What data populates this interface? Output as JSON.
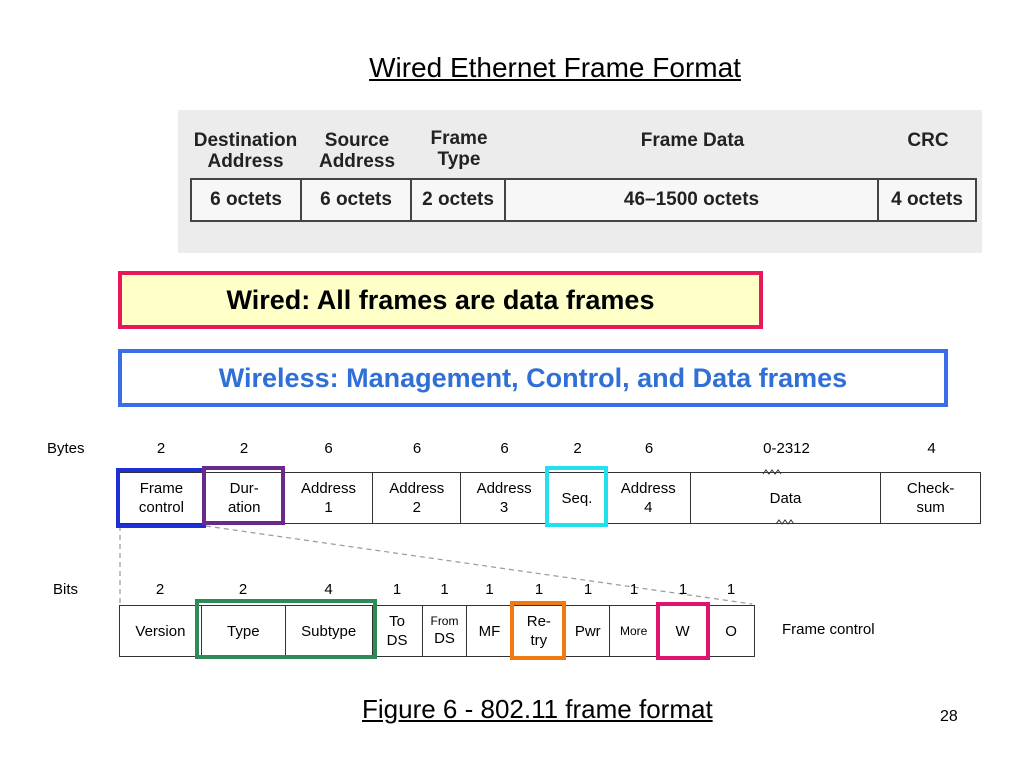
{
  "title": "Wired Ethernet Frame Format",
  "ethernet": {
    "headers": [
      {
        "line1": "Destination",
        "line2": "Address"
      },
      {
        "line1": "Source",
        "line2": "Address"
      },
      {
        "line1": "Frame",
        "line2": "Type"
      },
      {
        "line1": "",
        "line2": "Frame Data"
      },
      {
        "line1": "",
        "line2": "CRC"
      }
    ],
    "sizes": [
      "6 octets",
      "6 octets",
      "2 octets",
      "46–1500 octets",
      "4 octets"
    ]
  },
  "wired_note": "Wired: All frames are data frames",
  "wireless_note": "Wireless: Management, Control, and Data frames",
  "frame80211": {
    "bytes_label": "Bytes",
    "byte_counts": [
      "2",
      "2",
      "6",
      "6",
      "6",
      "2",
      "6",
      "0-2312",
      "4"
    ],
    "fields": [
      {
        "line1": "Frame",
        "line2": "control"
      },
      {
        "line1": "Dur-",
        "line2": "ation"
      },
      {
        "line1": "Address",
        "line2": "1"
      },
      {
        "line1": "Address",
        "line2": "2"
      },
      {
        "line1": "Address",
        "line2": "3"
      },
      {
        "line1": "Seq.",
        "line2": ""
      },
      {
        "line1": "Address",
        "line2": "4"
      },
      {
        "line1": "Data",
        "line2": ""
      },
      {
        "line1": "Check-",
        "line2": "sum"
      }
    ]
  },
  "frame_control": {
    "bits_label": "Bits",
    "bit_counts": [
      "2",
      "2",
      "4",
      "1",
      "1",
      "1",
      "1",
      "1",
      "1",
      "1",
      "1"
    ],
    "fields": [
      {
        "line1": "Version",
        "line2": ""
      },
      {
        "line1": "Type",
        "line2": ""
      },
      {
        "line1": "Subtype",
        "line2": ""
      },
      {
        "line1": "To",
        "line2": "DS"
      },
      {
        "line1": "From",
        "line2": "DS"
      },
      {
        "line1": "MF",
        "line2": ""
      },
      {
        "line1": "Re-",
        "line2": "try"
      },
      {
        "line1": "Pwr",
        "line2": ""
      },
      {
        "line1": "More",
        "line2": ""
      },
      {
        "line1": "W",
        "line2": ""
      },
      {
        "line1": "O",
        "line2": ""
      }
    ],
    "row_caption": "Frame control"
  },
  "caption": "Figure 6 - 802.11 frame format",
  "page_number": "28",
  "colors": {
    "wired_border": "#e8185a",
    "wired_fill": "#ffffc8",
    "wireless_border": "#3a6ee8",
    "wireless_text": "#2f6fd6",
    "highlight_frame_control": "#1f2fd6",
    "highlight_duration": "#6a2a8c",
    "highlight_seq": "#22e0ee",
    "highlight_type_subtype": "#2e8b57",
    "highlight_retry": "#f07a10",
    "highlight_w": "#e0146e"
  }
}
